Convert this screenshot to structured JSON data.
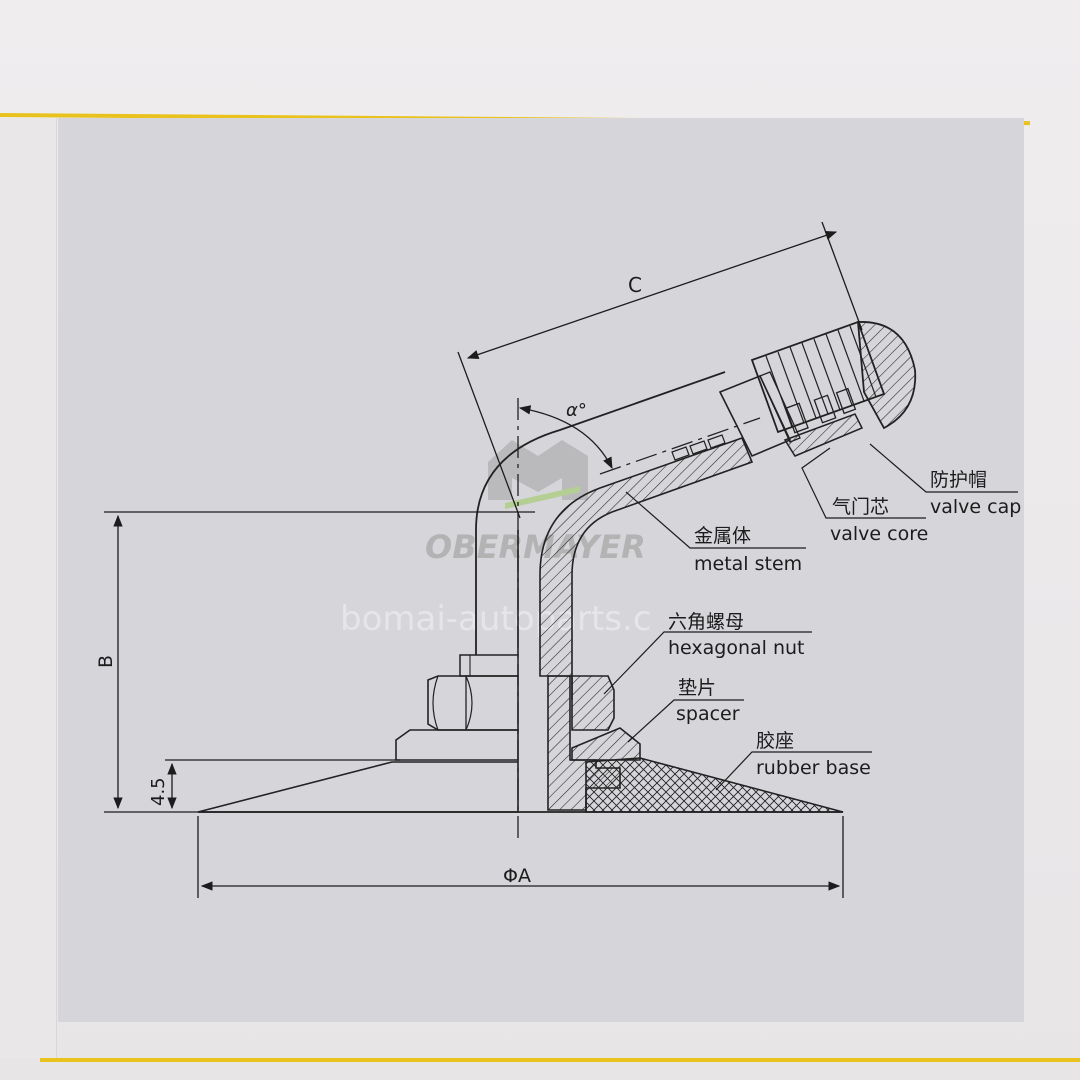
{
  "watermark": {
    "brand": "OBERMAYER",
    "site": "bomai-autoparts.c"
  },
  "dimensions": {
    "c": "C",
    "angle": "α°",
    "b": "B",
    "base_height": "4.5",
    "diameter": "ΦA"
  },
  "parts": [
    {
      "cn": "防护帽",
      "en": "valve cap"
    },
    {
      "cn": "气门芯",
      "en": "valve core"
    },
    {
      "cn": "金属体",
      "en": "metal stem"
    },
    {
      "cn": "六角螺母",
      "en": "hexagonal nut"
    },
    {
      "cn": "垫片",
      "en": "spacer"
    },
    {
      "cn": "胶座",
      "en": "rubber base"
    }
  ],
  "colors": {
    "paper": "#eceaeb",
    "panel": "#d6d5da",
    "accent_line": "#e9c21e",
    "ink": "#1c1c1c"
  }
}
